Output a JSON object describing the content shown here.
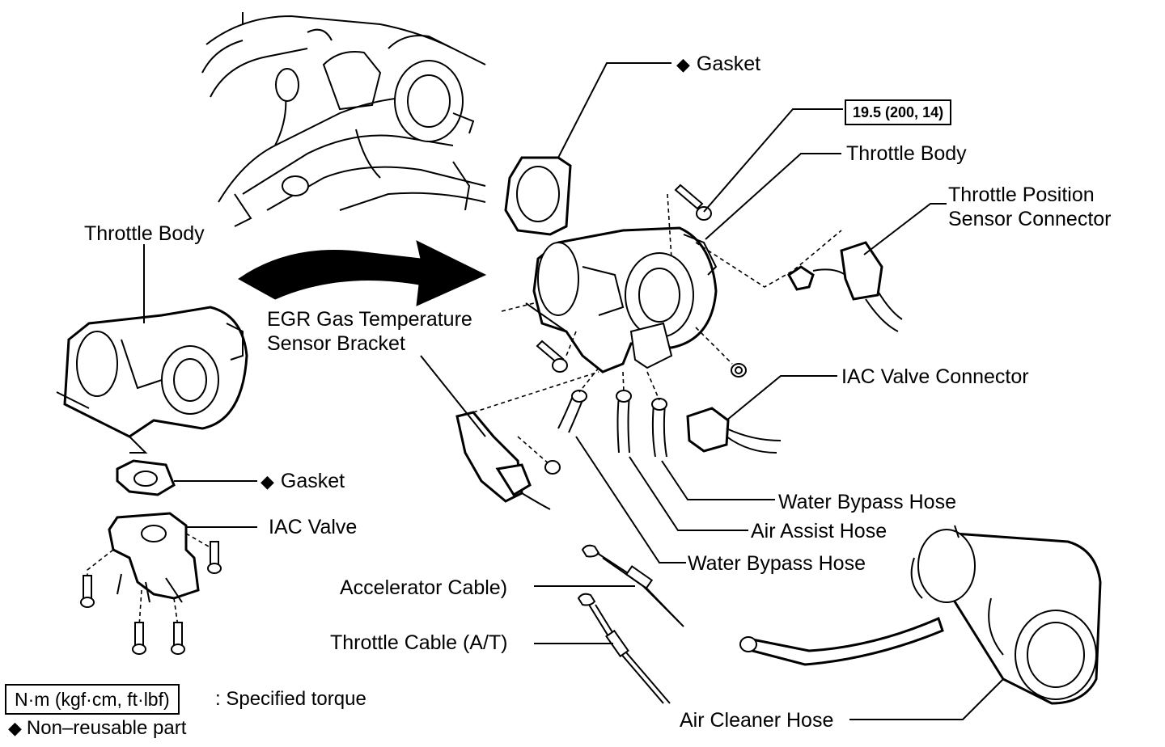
{
  "labels": {
    "gasket_top": "Gasket",
    "torque_spec": "19.5 (200, 14)",
    "throttle_body_right": "Throttle Body",
    "tps_connector_line1": "Throttle Position",
    "tps_connector_line2": "Sensor Connector",
    "throttle_body_left": "Throttle Body",
    "egr_bracket_line1": "EGR Gas Temperature",
    "egr_bracket_line2": "Sensor Bracket",
    "iac_valve_connector": "IAC Valve Connector",
    "gasket_left": "Gasket",
    "iac_valve": "IAC Valve",
    "water_bypass_hose_1": "Water Bypass Hose",
    "air_assist_hose": "Air Assist Hose",
    "water_bypass_hose_2": "Water Bypass Hose",
    "accelerator_cable": "Accelerator Cable)",
    "throttle_cable": "Throttle Cable (A/T)",
    "air_cleaner_hose": "Air Cleaner Hose"
  },
  "legend": {
    "torque_unit": "N·m (kgf·cm, ft·lbf)",
    "torque_desc": ": Specified torque",
    "non_reusable": "Non–reusable part"
  },
  "icons": {
    "non_reusable_marker": "diamond-icon"
  }
}
